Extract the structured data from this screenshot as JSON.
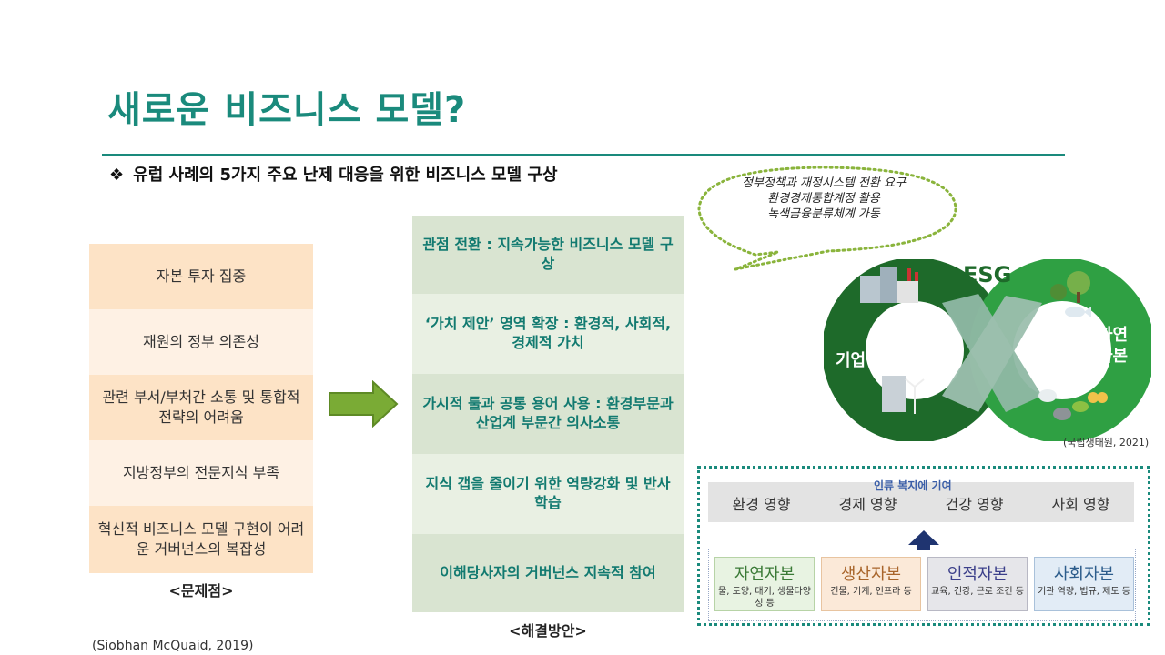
{
  "slide": {
    "title": "새로운 비즈니스 모델?",
    "subtitle_bullet": "❖",
    "subtitle": "유럽 사례의 5가지 주요 난제 대응을 위한 비즈니스 모델 구상"
  },
  "problems": {
    "label": "<문제점>",
    "items": [
      "자본 투자 집중",
      "재원의 정부 의존성",
      "관련 부서/부처간 소통 및 통합적 전략의 어려움",
      "지방정부의 전문지식 부족",
      "혁신적 비즈니스 모델 구현이 어려운 거버넌스의 복잡성"
    ]
  },
  "solutions": {
    "label": "<해결방안>",
    "items": [
      "관점 전환 : 지속가능한 비즈니스 모델 구상",
      "‘가치 제안’ 영역 확장 : 환경적, 사회적, 경제적 가치",
      "가시적 툴과 공통 용어 사용 : 환경부문과 산업계 부문간 의사소통",
      "지식 갭을 줄이기 위한 역량강화 및 반사 학습",
      "이해당사자의 거버넌스 지속적 참여"
    ]
  },
  "citation_left": "(Siobhan McQuaid, 2019)",
  "esg_figure": {
    "bubble_lines": [
      "정부정책과 재정시스템 전환 요구",
      "환경경제통합계정 활용",
      "녹색금융분류체계 가동"
    ],
    "esg": "ESG",
    "enterprise": "기업",
    "natural_line1": "자연",
    "natural_line2": "자본",
    "citation": "(국립생태원, 2021)"
  },
  "capital_figure": {
    "title": "인류 복지에 기여",
    "impacts": [
      "환경 영향",
      "경제 영향",
      "건강 영향",
      "사회 영향"
    ],
    "capitals": [
      {
        "name": "자연자본",
        "desc": "물, 토양, 대기, 생물다양성 등"
      },
      {
        "name": "생산자본",
        "desc": "건물, 기계, 인프라 등"
      },
      {
        "name": "인적자본",
        "desc": "교육, 건강, 근로 조건 등"
      },
      {
        "name": "사회자본",
        "desc": "기관 역량, 법규, 제도 등"
      }
    ]
  },
  "colors": {
    "accent": "#1a8a7c",
    "problem_dark": "#fde3c6",
    "problem_light": "#fef1e4",
    "solution_dark": "#d9e4d1",
    "solution_light": "#e9f0e3",
    "arrow": "#7aab35",
    "esg_dark": "#1e6a2a",
    "esg_light": "#2fa043"
  }
}
